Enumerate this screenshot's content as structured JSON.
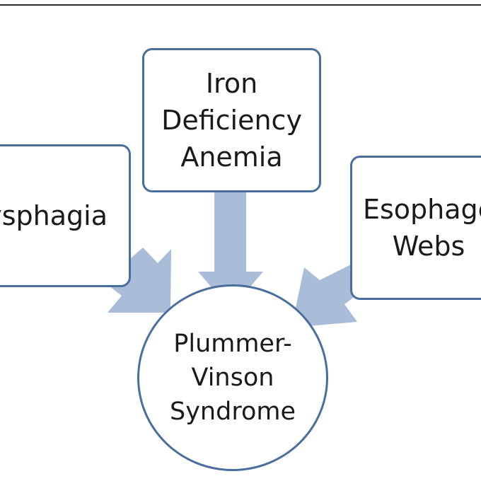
{
  "nodes": {
    "iron_deficiency": {
      "lines": [
        "Iron",
        "Deficiency",
        "Anemia"
      ]
    },
    "dysphagia": {
      "lines": [
        "ysphagia"
      ]
    },
    "esophageal_webs": {
      "lines": [
        "Esophage",
        "Webs"
      ]
    },
    "plummer_vinson": {
      "lines": [
        "Plummer-",
        "Vinson",
        "Syndrome"
      ]
    }
  },
  "colors": {
    "border": "#4a6f9e",
    "arrow": "#a9bcd8",
    "text": "#1a1a1a"
  }
}
